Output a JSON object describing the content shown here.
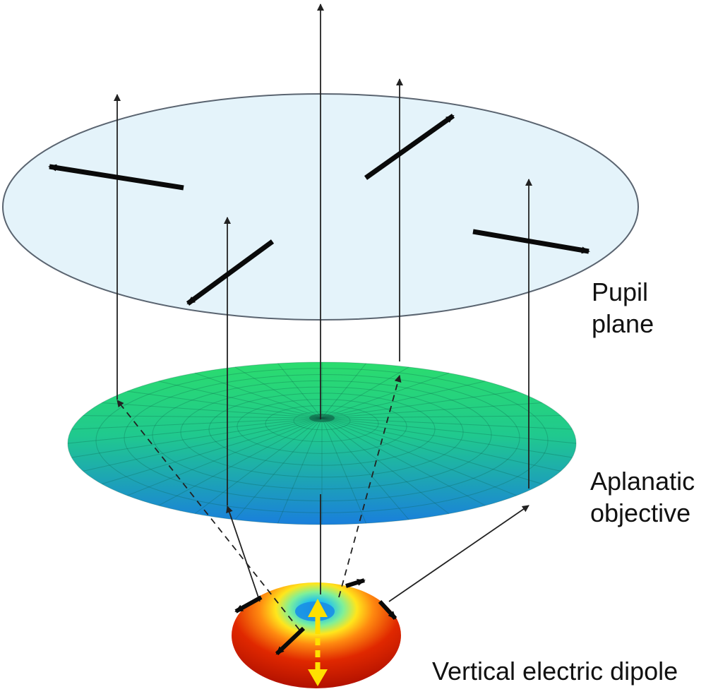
{
  "labels": {
    "pupil_line1": "Pupil",
    "pupil_line2": "plane",
    "objective_line1": "Aplanatic",
    "objective_line2": "objective",
    "dipole": "Vertical electric dipole"
  },
  "colors": {
    "pupil_fill": "#e4f3fa",
    "pupil_stroke": "#5a6470",
    "lens_top": "#22d670",
    "lens_bottom": "#1c8fd8",
    "dipole_outer": "#c81400",
    "dipole_mid": "#ffd21a",
    "dipole_center": "#22a8e8",
    "dipole_arrow": "#ffe000",
    "ray": "#222222",
    "polarization_arrow": "#0a0a0a"
  }
}
